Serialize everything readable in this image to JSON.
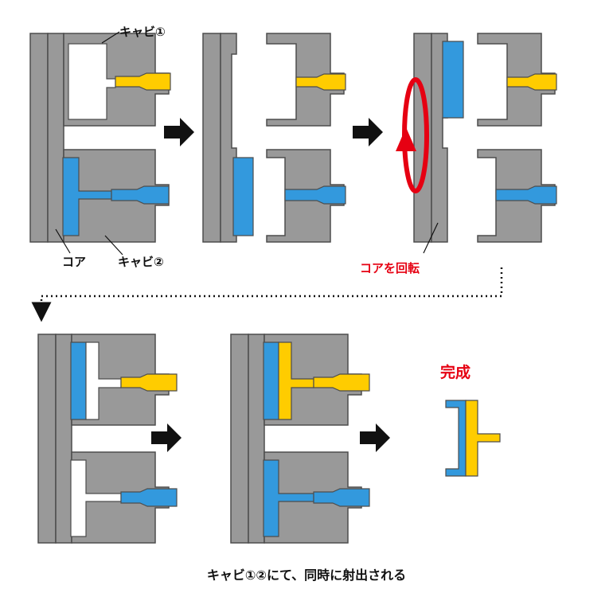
{
  "labels": {
    "cavity1": "キャビ①",
    "cavity2": "キャビ②",
    "core": "コア",
    "rotate_core": "コアを回転",
    "done": "完成",
    "caption": "キャビ①②にて、同時に射出される"
  },
  "colors": {
    "mold_gray": "#999999",
    "outline": "#4d4d4d",
    "resin_yellow": "#ffcc00",
    "resin_blue": "#3399dd",
    "accent_red": "#e60012",
    "arrow_black": "#111111"
  }
}
